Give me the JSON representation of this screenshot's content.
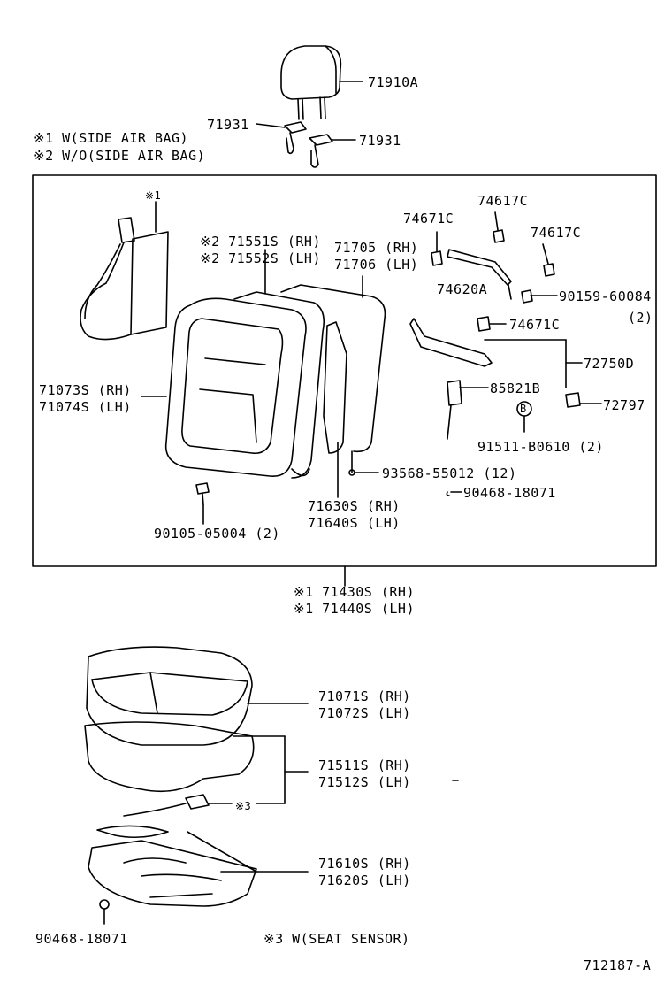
{
  "labels": {
    "headrest": "71910A",
    "support_l": "71931",
    "support_r": "71931",
    "note1": "※1 W(SIDE AIR BAG)",
    "note2": "※2 W/O(SIDE AIR BAG)",
    "airbag_mark": "※1",
    "pad_rh": "※2 71551S (RH)",
    "pad_lh": "※2 71552S (LH)",
    "frame_rh": "71705 (RH)",
    "frame_lh": "71706 (LH)",
    "clip1": "74671C",
    "clip2": "74617C",
    "clip3": "74617C",
    "bracket": "74620A",
    "bolt1": "90159-60084",
    "bolt1_qty": "(2)",
    "clip4": "74671C",
    "lever": "72750D",
    "knob": "85821B",
    "cover2": "72797",
    "bolt2": "91511-B0610 (2)",
    "b_mark": "B",
    "back_cover_rh": "71073S (RH)",
    "back_cover_lh": "71074S (LH)",
    "hog_ring": "93568-55012 (12)",
    "wire": "90468-18071",
    "board_rh": "71630S (RH)",
    "board_lh": "71640S (LH)",
    "screw": "90105-05004 (2)",
    "back_assy_rh": "※1 71430S (RH)",
    "back_assy_lh": "※1 71440S (LH)",
    "cushion_cover_rh": "71071S (RH)",
    "cushion_cover_lh": "71072S (LH)",
    "cushion_pad_rh": "71511S (RH)",
    "cushion_pad_lh": "71512S (LH)",
    "sensor_mark": "※3",
    "spring_rh": "71610S (RH)",
    "spring_lh": "71620S (LH)",
    "wire2": "90468-18071",
    "note3": "※3 W(SEAT SENSOR)",
    "drawing_no": "712187-A"
  }
}
